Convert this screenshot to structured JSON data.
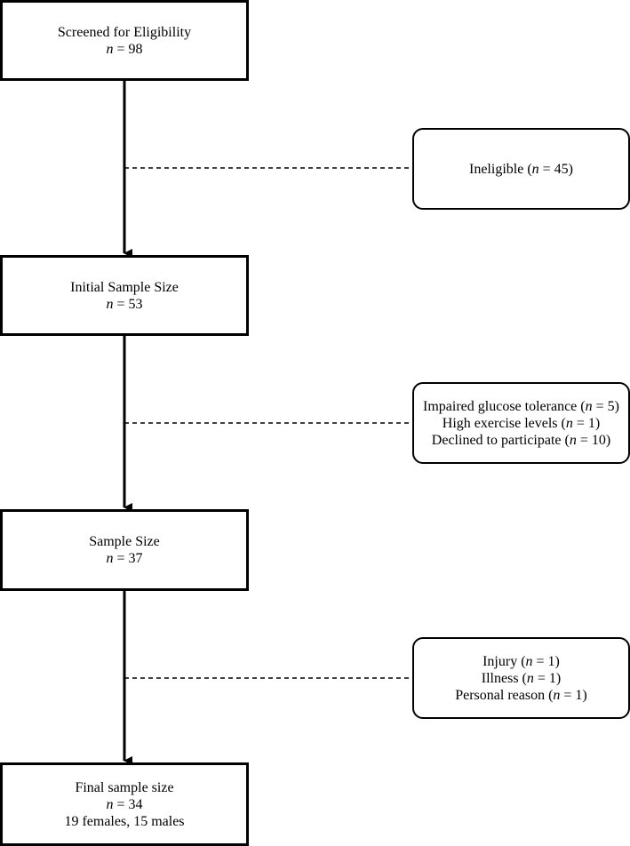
{
  "main_boxes": [
    {
      "title": "Screened for Eligibility",
      "n_line": "n = 98"
    },
    {
      "title": "Initial Sample Size",
      "n_line": "n = 53"
    },
    {
      "title": "Sample Size",
      "n_line": "n = 37"
    },
    {
      "title": "Final sample size",
      "n_line": "n = 34",
      "extra": "19 females, 15 males"
    }
  ],
  "exclusions": [
    {
      "lines": [
        {
          "label": "Ineligible (",
          "n": "n",
          "value": " = 45)"
        }
      ]
    },
    {
      "lines": [
        {
          "label": "Impaired glucose tolerance (",
          "n": "n",
          "value": " = 5)"
        },
        {
          "label": "High exercise levels (",
          "n": "n",
          "value": " = 1)"
        },
        {
          "label": "Declined to participate (",
          "n": "n",
          "value": " = 10)"
        }
      ]
    },
    {
      "lines": [
        {
          "label": "Injury (",
          "n": "n",
          "value": " = 1)"
        },
        {
          "label": "Illness (",
          "n": "n",
          "value": " = 1)"
        },
        {
          "label": "Personal reason (",
          "n": "n",
          "value": " = 1)"
        }
      ]
    }
  ]
}
